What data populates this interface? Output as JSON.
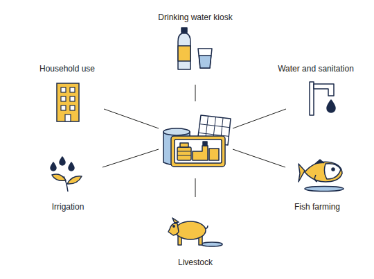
{
  "diagram": {
    "labels": [
      "Drinking water kiosk",
      "Household use",
      "Water and sanitation",
      "Irrigation",
      "Fish farming",
      "Livestock"
    ]
  }
}
